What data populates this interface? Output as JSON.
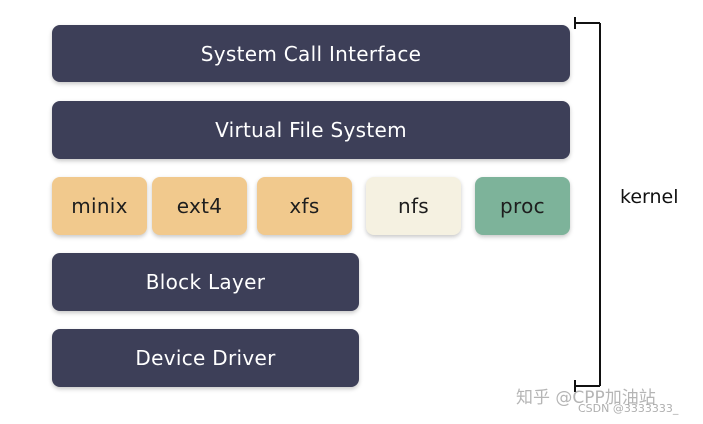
{
  "layers": {
    "system_call_interface": "System Call Interface",
    "virtual_file_system": "Virtual File System",
    "block_layer": "Block Layer",
    "device_driver": "Device Driver"
  },
  "filesystems": [
    {
      "label": "minix",
      "color": "#f1c98d"
    },
    {
      "label": "ext4",
      "color": "#f1c98d"
    },
    {
      "label": "xfs",
      "color": "#f1c98d"
    },
    {
      "label": "nfs",
      "color": "#f5f1e1"
    },
    {
      "label": "proc",
      "color": "#7db39a"
    }
  ],
  "colors": {
    "layer_dark": "#3d3f58",
    "layer_text": "#ffffff"
  },
  "kernel_label": "kernel",
  "watermarks": {
    "zhihu": "知乎 @CPP加油站",
    "csdn": "CSDN @3333333_"
  }
}
